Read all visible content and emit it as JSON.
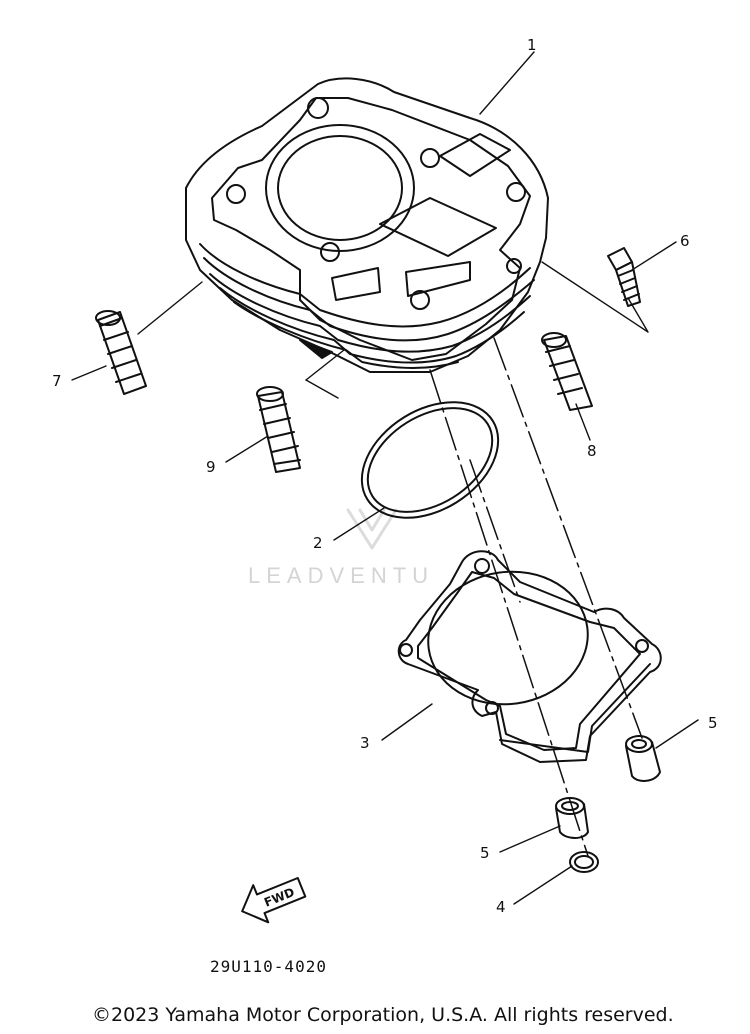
{
  "callouts": {
    "c1": "1",
    "c2": "2",
    "c3": "3",
    "c4": "4",
    "c5a": "5",
    "c5b": "5",
    "c6": "6",
    "c7": "7",
    "c8": "8",
    "c9": "9"
  },
  "fwd_label": "FWD",
  "diagram_code": "29U110-4020",
  "watermark": "LEADVENTU",
  "copyright": "©2023 Yamaha Motor Corporation, U.S.A. All rights reserved.",
  "colors": {
    "ink": "#111111",
    "watermark": "#d4d4d4"
  }
}
